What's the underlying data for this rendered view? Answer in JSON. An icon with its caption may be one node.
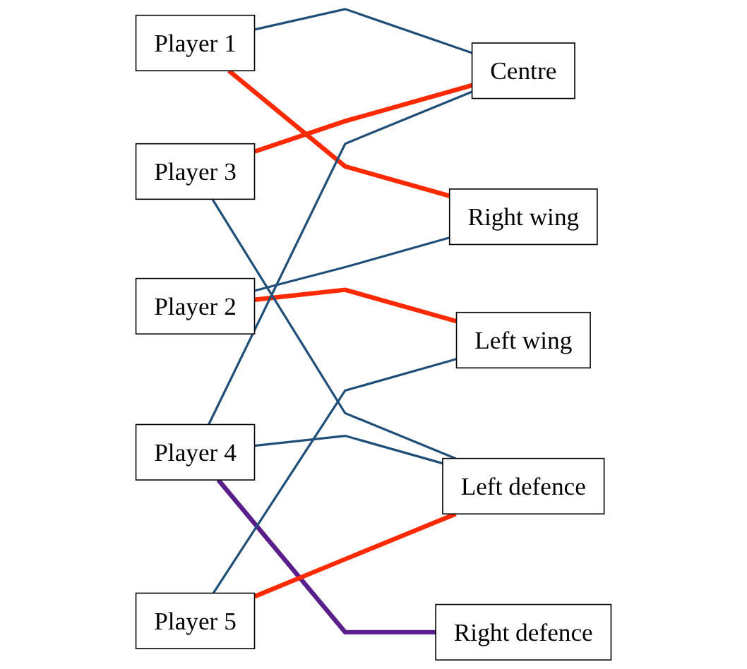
{
  "diagram": {
    "nodes": [
      {
        "text": [
          "Player 1"
        ]
      },
      {
        "text": [
          "Player 2"
        ]
      },
      {
        "text": [
          "Player 3"
        ]
      },
      {
        "text": [
          "Player 4"
        ]
      },
      {
        "text": [
          "Player 5"
        ]
      },
      {
        "text": [
          "Centre"
        ]
      },
      {
        "text": [
          "Right wing"
        ]
      },
      {
        "text": [
          "Right defence"
        ]
      },
      {
        "text": [
          "Left wing"
        ]
      },
      {
        "text": [
          "Left defence"
        ]
      }
    ],
    "edges": [
      {
        "from": 0,
        "to": 5,
        "arrow": "none"
      },
      {
        "from": 0,
        "to": 6,
        "arrow": "none",
        "style": "thick",
        "color": "#ff2a00"
      },
      {
        "from": 1,
        "to": 6,
        "arrow": "none"
      },
      {
        "from": 1,
        "to": 8,
        "arrow": "none",
        "style": "thick",
        "color": "#ff2a00"
      },
      {
        "from": 2,
        "to": 5,
        "arrow": "none",
        "style": "thick",
        "color": "#ff2a00"
      },
      {
        "from": 2,
        "to": 9,
        "arrow": "none"
      },
      {
        "from": 3,
        "to": 5,
        "arrow": "none"
      },
      {
        "from": 3,
        "to": 7,
        "arrow": "none",
        "style": "thick",
        "color": "#5a1f8a"
      },
      {
        "from": 3,
        "to": 9,
        "arrow": "none"
      },
      {
        "from": 4,
        "to": 8,
        "arrow": "none"
      },
      {
        "from": 4,
        "to": 9,
        "arrow": "none",
        "style": "thick",
        "color": "#ff2a00"
      }
    ]
  }
}
